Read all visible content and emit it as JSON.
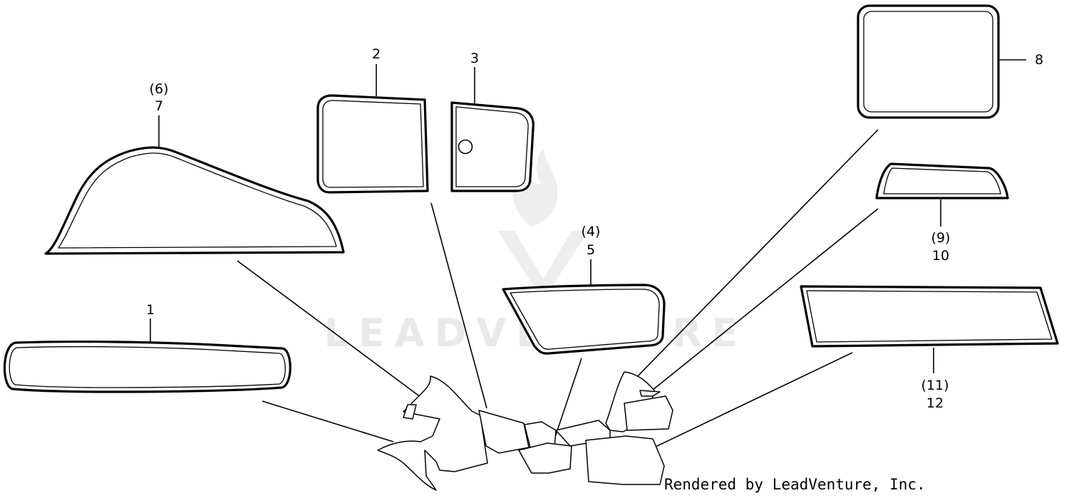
{
  "watermark": {
    "text": "LEADVENTURE"
  },
  "callouts": {
    "c1": "1",
    "c2": "2",
    "c3": "3",
    "c6": "(6)",
    "c7": "7",
    "c4": "(4)",
    "c5": "5",
    "c8": "8",
    "c9": "(9)",
    "c10": "10",
    "c11": "(11)",
    "c12": "12"
  },
  "credit": "Rendered by LeadVenture, Inc."
}
